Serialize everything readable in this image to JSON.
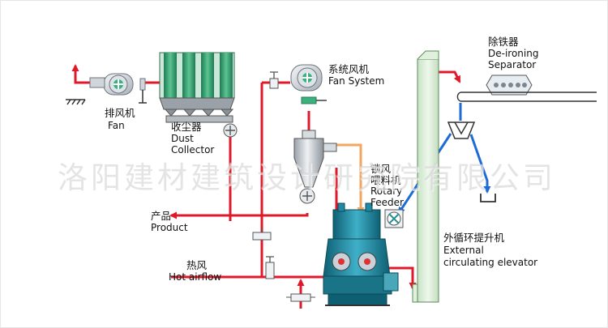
{
  "labels": {
    "deironing_cn": "除铁器",
    "deironing_en_1": "De-ironing",
    "deironing_en_2": "Separator",
    "fan_system_cn": "系统风机",
    "fan_system_en": "Fan System",
    "exhaust_fan_cn": "排风机",
    "exhaust_fan_en": "Fan",
    "dust_collector_cn": "收尘器",
    "dust_collector_en_1": "Dust",
    "dust_collector_en_2": "Collector",
    "rotary_feeder_cn_1": "锁风",
    "rotary_feeder_cn_2": "喂料机",
    "rotary_feeder_en_1": "Rotary",
    "rotary_feeder_en_2": "Feeder",
    "product_cn": "产品",
    "product_en": "Product",
    "hot_air_cn": "热风",
    "hot_air_en": "Hot airflow",
    "elevator_cn": "外循环提升机",
    "elevator_en_1": "External",
    "elevator_en_2": "circulating elevator"
  },
  "watermark": "洛阳建材建筑设计研究院有限公司",
  "colors": {
    "airflow_red": "#e0192a",
    "material_blue": "#1f6bd6",
    "feed_orange": "#f2a65e",
    "equipment_green": "#2f9b6d",
    "elevator_green": "#dff0dc",
    "mill_teal": "#1e8aa3"
  }
}
